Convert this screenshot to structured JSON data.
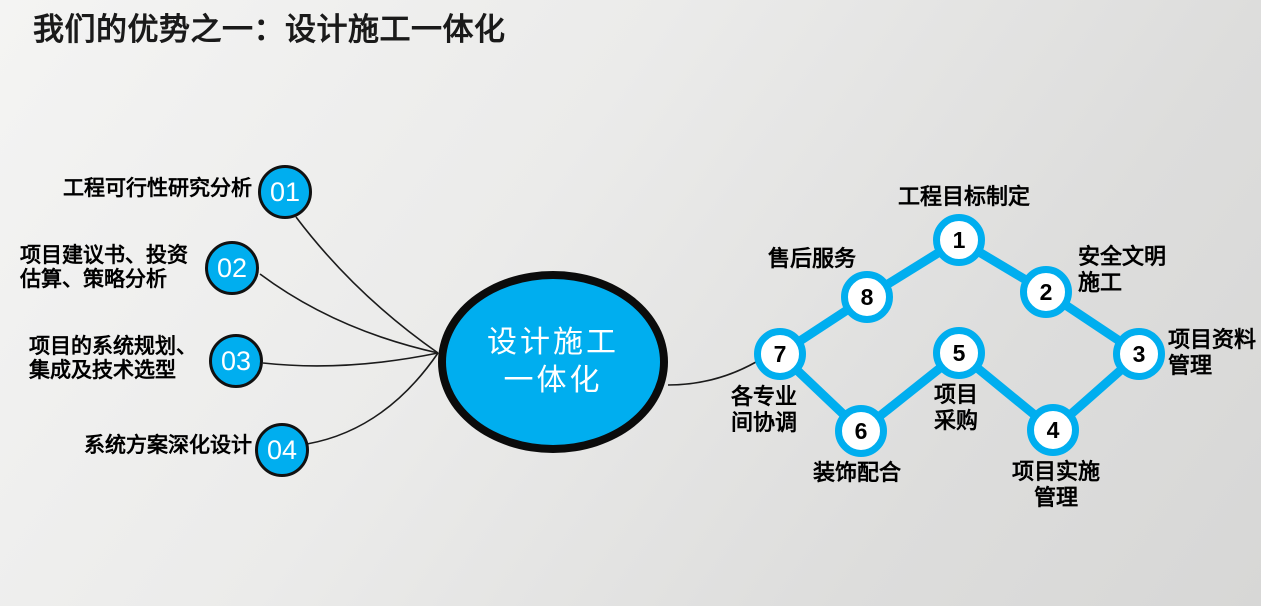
{
  "title": "我们的优势之一：设计施工一体化",
  "colors": {
    "accent_blue": "#00AEEF",
    "title_color": "#1a1a1a",
    "label_color": "#000000",
    "badge_number_color": "#ffffff",
    "ellipse_border": "#0b0b0b",
    "connector_line": "#1b1b1b"
  },
  "left_items": [
    {
      "number": "01",
      "label": "工程可行性研究分析"
    },
    {
      "number": "02",
      "label": "项目建议书、投资\n估算、策略分析"
    },
    {
      "number": "03",
      "label": "项目的系统规划、\n集成及技术选型"
    },
    {
      "number": "04",
      "label": "系统方案深化设计"
    }
  ],
  "center": {
    "label": "设计施工\n一体化"
  },
  "network": {
    "nodes": [
      {
        "number": "1",
        "label": "工程目标制定"
      },
      {
        "number": "2",
        "label": "安全文明\n施工"
      },
      {
        "number": "3",
        "label": "项目资料\n管理"
      },
      {
        "number": "4",
        "label": "项目实施\n管理"
      },
      {
        "number": "5",
        "label": "项目\n采购"
      },
      {
        "number": "6",
        "label": "装饰配合"
      },
      {
        "number": "7",
        "label": "各专业\n间协调"
      },
      {
        "number": "8",
        "label": "售后服务"
      }
    ]
  }
}
